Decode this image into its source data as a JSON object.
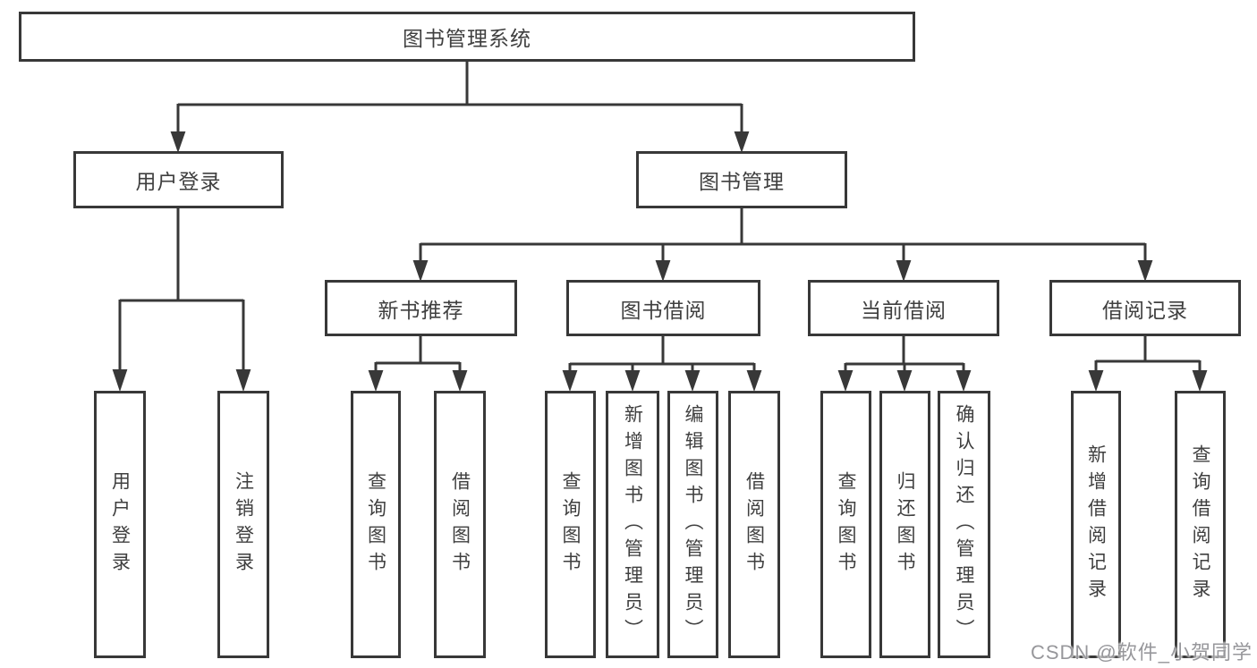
{
  "tree": {
    "root": {
      "label": "图书管理系统",
      "children": [
        {
          "label": "用户登录",
          "children": [
            {
              "label": "用户登录"
            },
            {
              "label": "注销登录"
            }
          ]
        },
        {
          "label": "图书管理",
          "children": [
            {
              "label": "新书推荐",
              "children": [
                {
                  "label": "查询图书"
                },
                {
                  "label": "借阅图书"
                }
              ]
            },
            {
              "label": "图书借阅",
              "children": [
                {
                  "label": "查询图书"
                },
                {
                  "label": "新增图书（管理员）"
                },
                {
                  "label": "编辑图书（管理员）"
                },
                {
                  "label": "借阅图书"
                }
              ]
            },
            {
              "label": "当前借阅",
              "children": [
                {
                  "label": "查询图书"
                },
                {
                  "label": "归还图书"
                },
                {
                  "label": "确认归还（管理员）"
                }
              ]
            },
            {
              "label": "借阅记录",
              "children": [
                {
                  "label": "新增借阅记录"
                },
                {
                  "label": "查询借阅记录"
                }
              ]
            }
          ]
        }
      ]
    }
  },
  "watermark": {
    "text": "CSDN @软件_小贺同学"
  },
  "colors": {
    "line": "#383838",
    "text": "#3f3f3f",
    "box_background": "#ffffff",
    "watermark": "#97979b"
  }
}
